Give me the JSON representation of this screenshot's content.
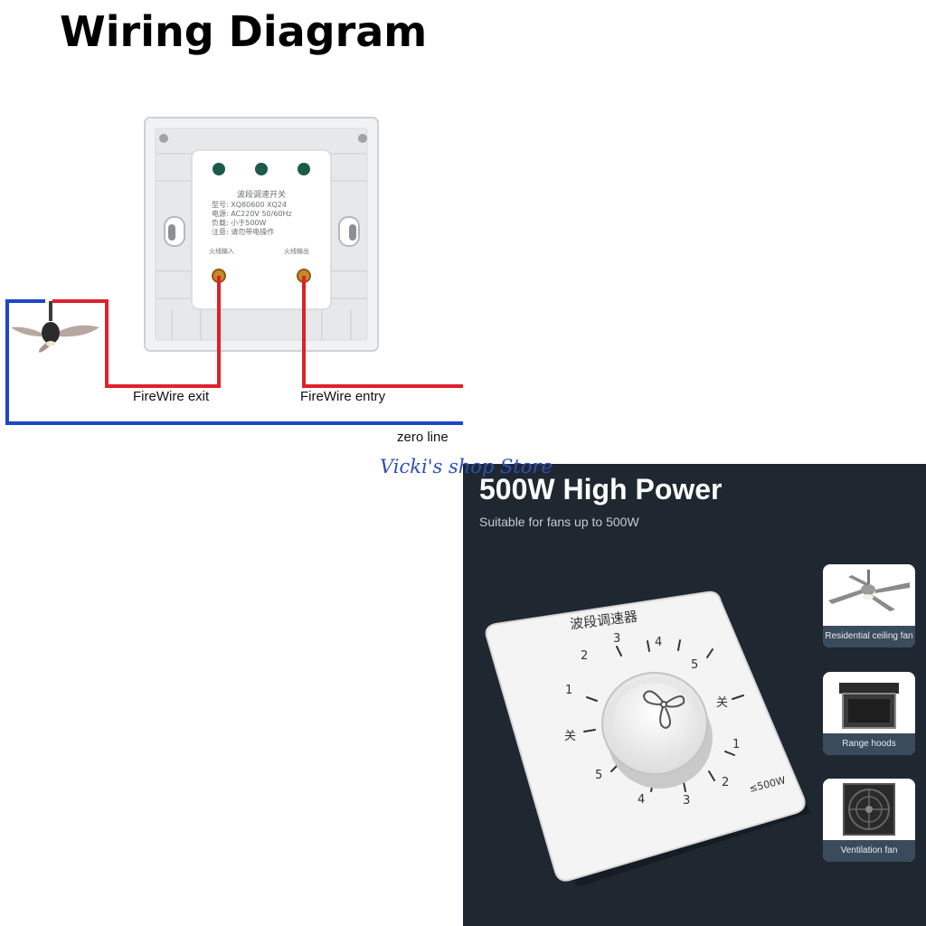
{
  "title": "Wiring Diagram",
  "wiring": {
    "fire_exit": "FireWire exit",
    "fire_entry": "FireWire entry",
    "zero_line": "zero line",
    "colors": {
      "fire": "#e0202a",
      "zero": "#1d46c8"
    },
    "label_chinese": {
      "line1": "波段调速开关",
      "line2": "型号: XQ80600    XQ24",
      "line3": "电源: AC220V  50/60Hz",
      "line4": "负载: 小于500W",
      "line5": "注意: 请勿带电操作",
      "in": "火线输入",
      "out": "火线输出"
    }
  },
  "watermark": "Vicki's shop Store",
  "product": {
    "title": "500W High Power",
    "subtitle": "Suitable for fans up to 500W",
    "plate_title": "波段调速器",
    "off_label": "关",
    "rating": "≤500W",
    "dial_numbers": [
      "1",
      "2",
      "3",
      "4",
      "5"
    ],
    "cards": [
      {
        "caption": "Residential ceiling fan",
        "icon": "ceiling-fan-icon"
      },
      {
        "caption": "Range hoods",
        "icon": "range-hood-icon"
      },
      {
        "caption": "Ventilation fan",
        "icon": "ventilation-fan-icon"
      }
    ]
  }
}
